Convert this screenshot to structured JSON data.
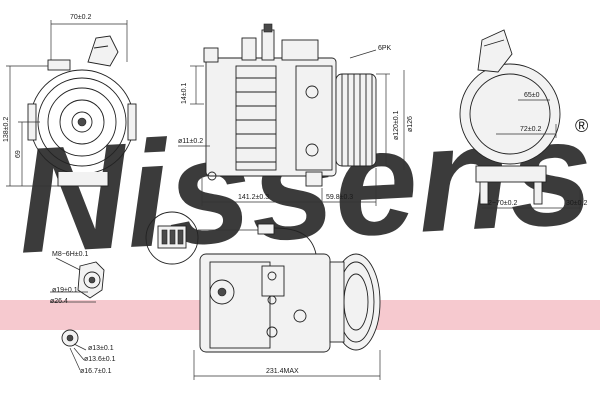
{
  "watermark": {
    "text": "Nissens",
    "mark": "®",
    "color": "#b8cde3"
  },
  "band_color": "#f6c9cf",
  "front_view": {
    "width_label": "70±0.2",
    "height_label": "138±0.2",
    "lower_label": "69"
  },
  "side_view": {
    "top_small_label": "14±0.1",
    "bore_label": "ø11±0.2",
    "belt_label": "6PK",
    "pulley_dia_1": "ø120±0.1",
    "pulley_dia_2": "ø126",
    "length_label": "141.2±0.3",
    "offset_label": "59.8±0.3"
  },
  "right_view": {
    "label_65": "65±0",
    "label_72": "72±0.2",
    "label_2_70": "2−70±0.2",
    "label_30": "30±0.2"
  },
  "fittings": {
    "thread_label": "M8−6H±0.1",
    "upper_d1": "ø19±0.1",
    "upper_d2": "ø26.4",
    "lower_d1": "ø13±0.1",
    "lower_d2": "ø13.6±0.1",
    "lower_d3": "ø16.7±0.1"
  },
  "bottom_view": {
    "overall_label": "231.4MAX"
  }
}
